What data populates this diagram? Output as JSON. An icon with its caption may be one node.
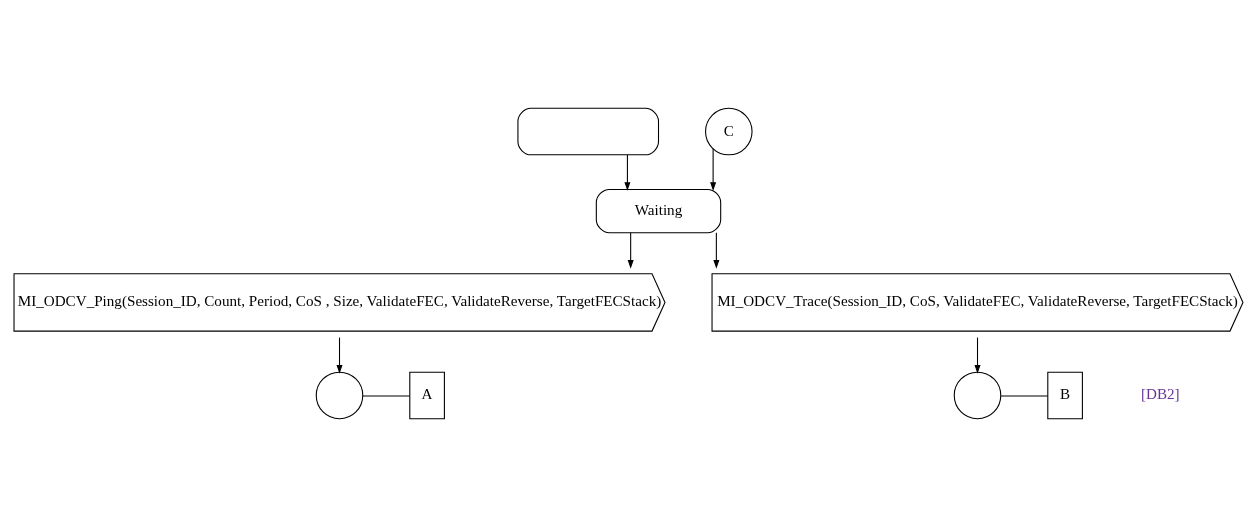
{
  "diagram": {
    "nodes": [
      {
        "text": [],
        "shape": "box"
      },
      {
        "text": [
          "C"
        ]
      },
      {
        "text": [
          "Waiting"
        ]
      },
      {
        "text": [
          "MI_ODCV_Ping(Session_ID, Count, Period, CoS , Size, ValidateFEC, ValidateReverse, TargetFECStack)"
        ]
      },
      {
        "text": [
          "MI_ODCV_Trace(Session_ID, CoS, ValidateFEC, ValidateReverse, TargetFECStack)"
        ]
      },
      {
        "text": [],
        "shape": "circle"
      },
      {
        "text": [
          "A"
        ]
      },
      {
        "text": [],
        "shape": "circle"
      },
      {
        "text": [
          "B"
        ]
      }
    ],
    "edges": [
      {
        "from": 0,
        "to": 2,
        "arrow": "to"
      },
      {
        "from": 1,
        "to": 2,
        "arrow": "to"
      },
      {
        "from": 2,
        "to": 3,
        "arrow": "to"
      },
      {
        "from": 2,
        "to": 4,
        "arrow": "to"
      },
      {
        "from": 3,
        "to": 5,
        "arrow": "to"
      },
      {
        "from": 5,
        "to": 6,
        "arrow": "none"
      },
      {
        "from": 4,
        "to": 7,
        "arrow": "to"
      },
      {
        "from": 7,
        "to": 8,
        "arrow": "none"
      }
    ],
    "labels": [
      "[DB2]"
    ]
  }
}
